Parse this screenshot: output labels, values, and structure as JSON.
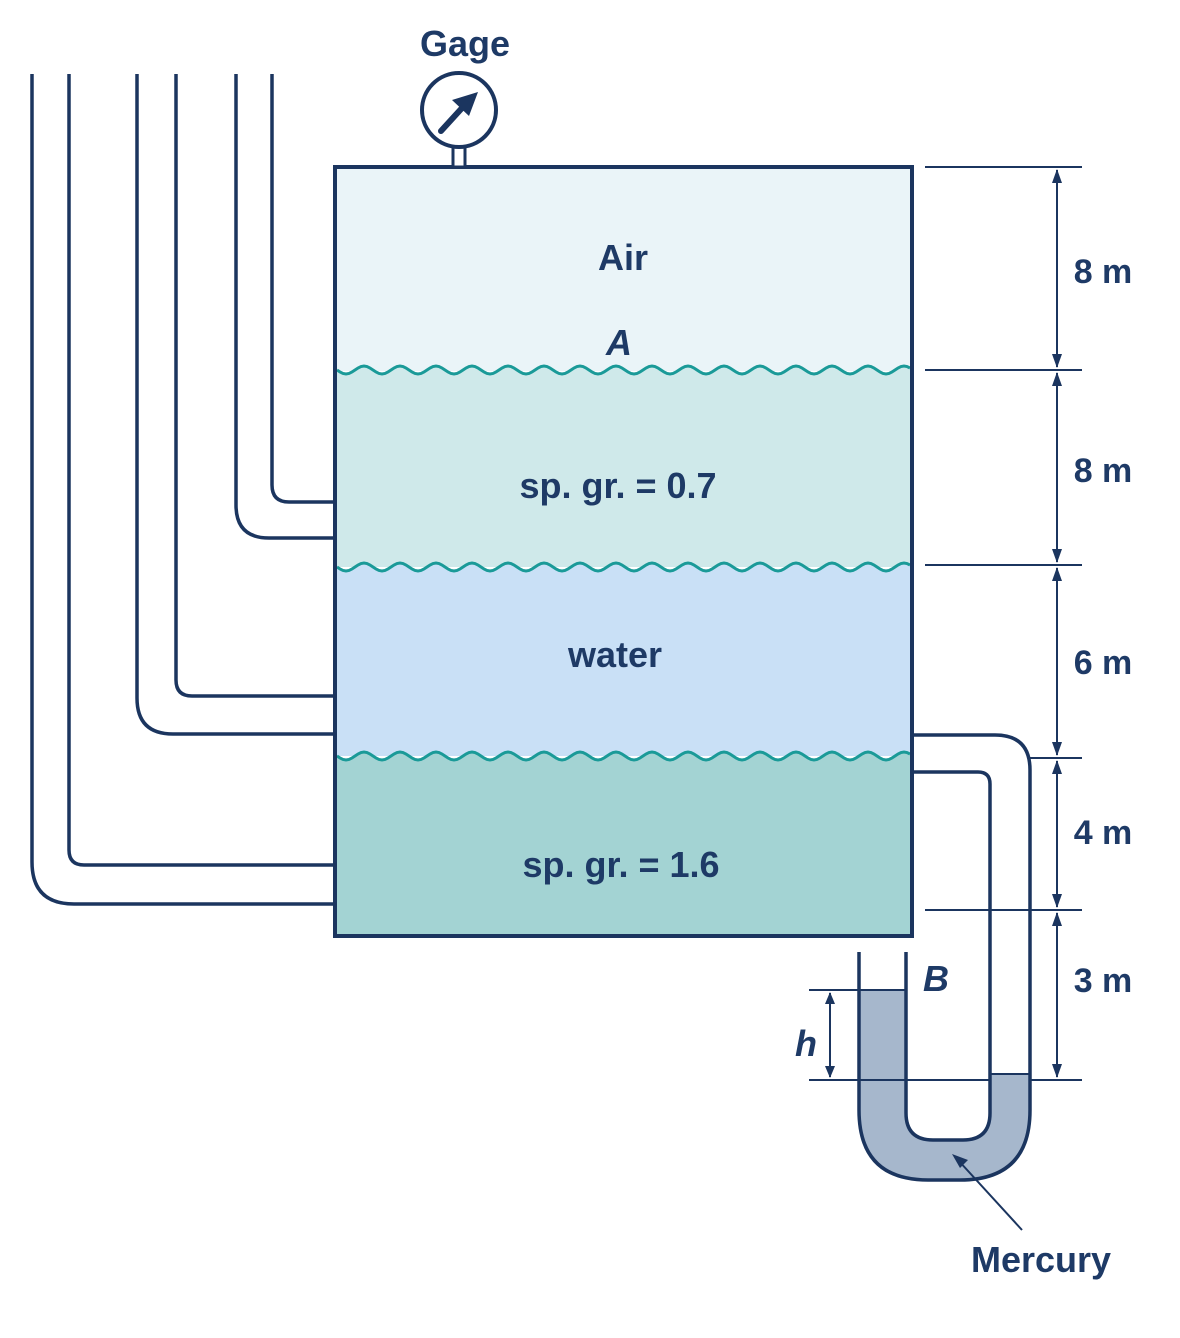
{
  "gage_label": "Gage",
  "layers": {
    "air": "Air",
    "oil": "sp. gr. = 0.7",
    "water": "water",
    "heavy": "sp. gr. = 1.6"
  },
  "points": {
    "a": "A",
    "b": "B",
    "h": "h"
  },
  "dimensions": [
    "8 m",
    "8 m",
    "6 m",
    "4 m",
    "3 m"
  ],
  "mercury_label": "Mercury",
  "colors": {
    "air": "#eaf4f8",
    "oil": "#cfe9ea",
    "water": "#c9e0f6",
    "heavy": "#a3d3d3",
    "mercury": "#a6b7cc",
    "outline": "#1b355f",
    "interface": "#1a9a98",
    "text": "#1e3a66"
  }
}
